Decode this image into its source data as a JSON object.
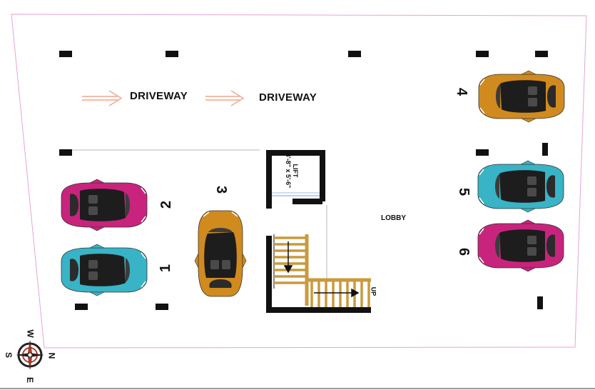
{
  "labels": {
    "driveway_1": "DRIVEWAY",
    "driveway_2": "DRIVEWAY",
    "lobby": "LOBBY",
    "lift_line1": "LIFT",
    "lift_line2": "4'-8\" x 5'-6\"",
    "stair_up": "UP"
  },
  "parking_slots": [
    {
      "number": "1",
      "car_color": "#39b3c6"
    },
    {
      "number": "2",
      "car_color": "#c8247d"
    },
    {
      "number": "3",
      "car_color": "#d08a1e"
    },
    {
      "number": "4",
      "car_color": "#d08a1e"
    },
    {
      "number": "5",
      "car_color": "#39b3c6"
    },
    {
      "number": "6",
      "car_color": "#c8247d"
    }
  ],
  "compass": {
    "north": "N",
    "south": "S",
    "east": "E",
    "west": "W"
  },
  "colors": {
    "boundary": "#e6a3d8",
    "column": "#111111",
    "arrow": "#f0a58e",
    "stair_tread": "#c99a3d",
    "wall": "#111111"
  }
}
